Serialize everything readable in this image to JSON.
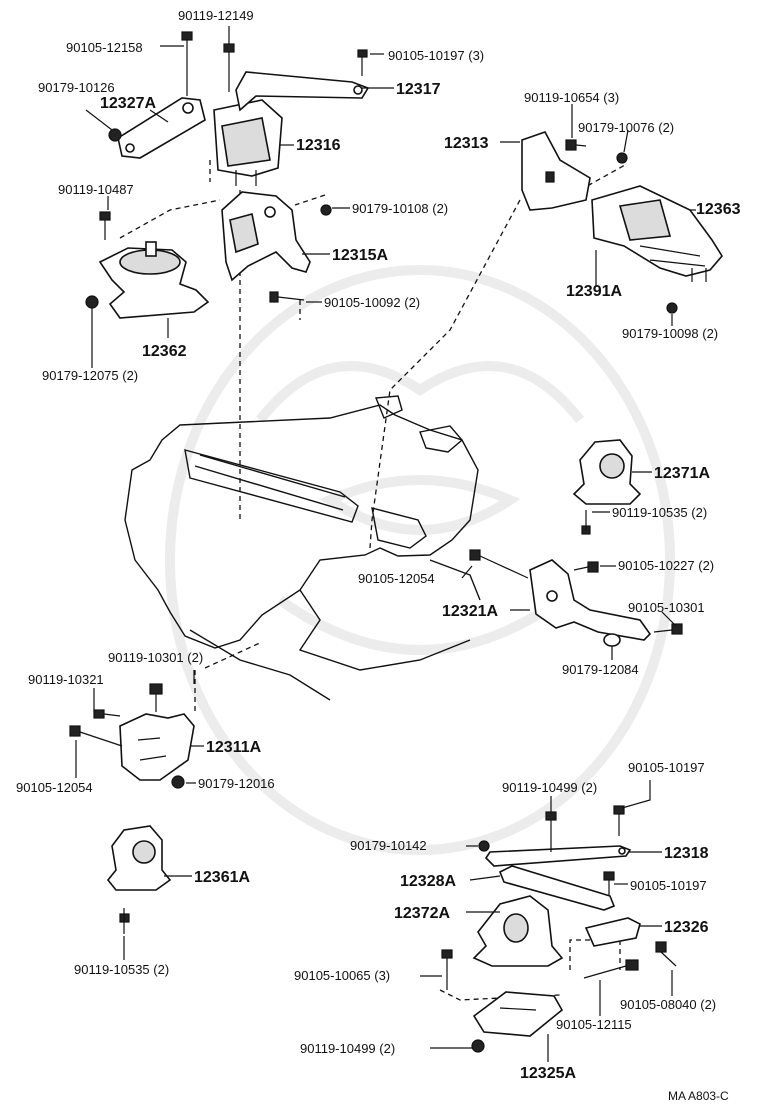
{
  "labels": {
    "p90119_12149": "90119-12149",
    "p90105_12158": "90105-12158",
    "p90105_10197_3": "90105-10197 (3)",
    "p90179_10126": "90179-10126",
    "p12327A": "12327A",
    "p12317": "12317",
    "p12316": "12316",
    "p90119_10487": "90119-10487",
    "p90179_10108_2": "90179-10108 (2)",
    "p12315A": "12315A",
    "p90105_10092_2": "90105-10092 (2)",
    "p12362": "12362",
    "p90179_12075_2": "90179-12075 (2)",
    "p90119_10654_3": "90119-10654 (3)",
    "p12313": "12313",
    "p90179_10076_2": "90179-10076 (2)",
    "p12363": "12363",
    "p12391A": "12391A",
    "p90179_10098_2": "90179-10098 (2)",
    "p12371A": "12371A",
    "p90119_10535_2a": "90119-10535 (2)",
    "p90105_12054a": "90105-12054",
    "p90105_10227_2": "90105-10227 (2)",
    "p90105_10301": "90105-10301",
    "p12321A": "12321A",
    "p90179_12084": "90179-12084",
    "p90119_10301_2": "90119-10301 (2)",
    "p90119_10321": "90119-10321",
    "p12311A": "12311A",
    "p90105_12054b": "90105-12054",
    "p90179_12016": "90179-12016",
    "p12361A": "12361A",
    "p90119_10535_2b": "90119-10535 (2)",
    "p90105_10197": "90105-10197",
    "p90119_10499_2a": "90119-10499 (2)",
    "p90179_10142": "90179-10142",
    "p12318": "12318",
    "p12328A": "12328A",
    "p90105_10197b": "90105-10197",
    "p12372A": "12372A",
    "p12326": "12326",
    "p90105_10065_3": "90105-10065 (3)",
    "p90105_08040_2": "90105-08040 (2)",
    "p90105_12115": "90105-12115",
    "p90119_10499_2b": "90119-10499 (2)",
    "p12325A": "12325A"
  },
  "figure_code": "MA A803-C",
  "colors": {
    "ink": "#111111",
    "watermark": "#ececec",
    "background": "#ffffff"
  }
}
